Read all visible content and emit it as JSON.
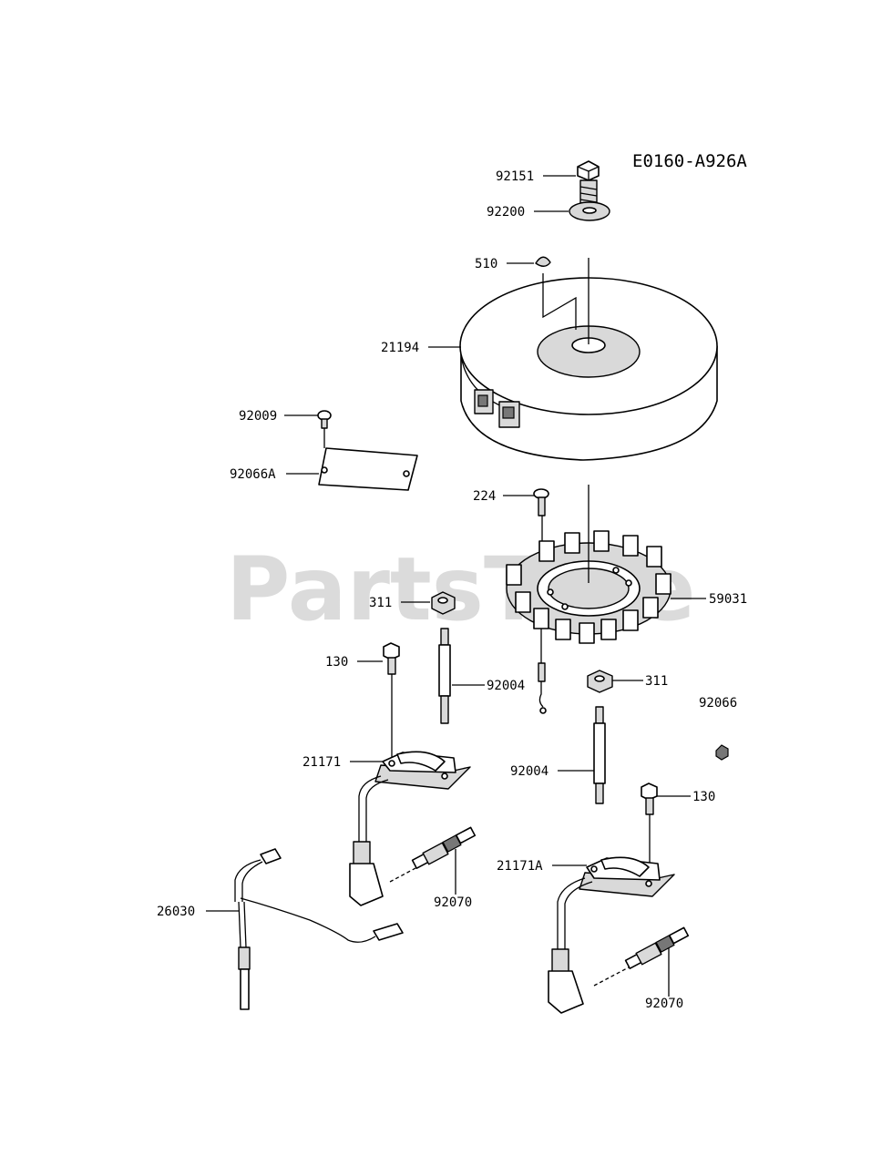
{
  "diagram": {
    "code": "E0160-A926A",
    "watermark": "PartsTree",
    "labels": {
      "p92151": "92151",
      "p92200": "92200",
      "p510": "510",
      "p21194": "21194",
      "p92009": "92009",
      "p92066A": "92066A",
      "p224": "224",
      "p311a": "311",
      "p59031": "59031",
      "p130a": "130",
      "p92004a": "92004",
      "p311b": "311",
      "p92066": "92066",
      "p21171": "21171",
      "p92004b": "92004",
      "p130b": "130",
      "p21171A": "21171A",
      "p92070a": "92070",
      "p26030": "26030",
      "p92070b": "92070"
    }
  }
}
